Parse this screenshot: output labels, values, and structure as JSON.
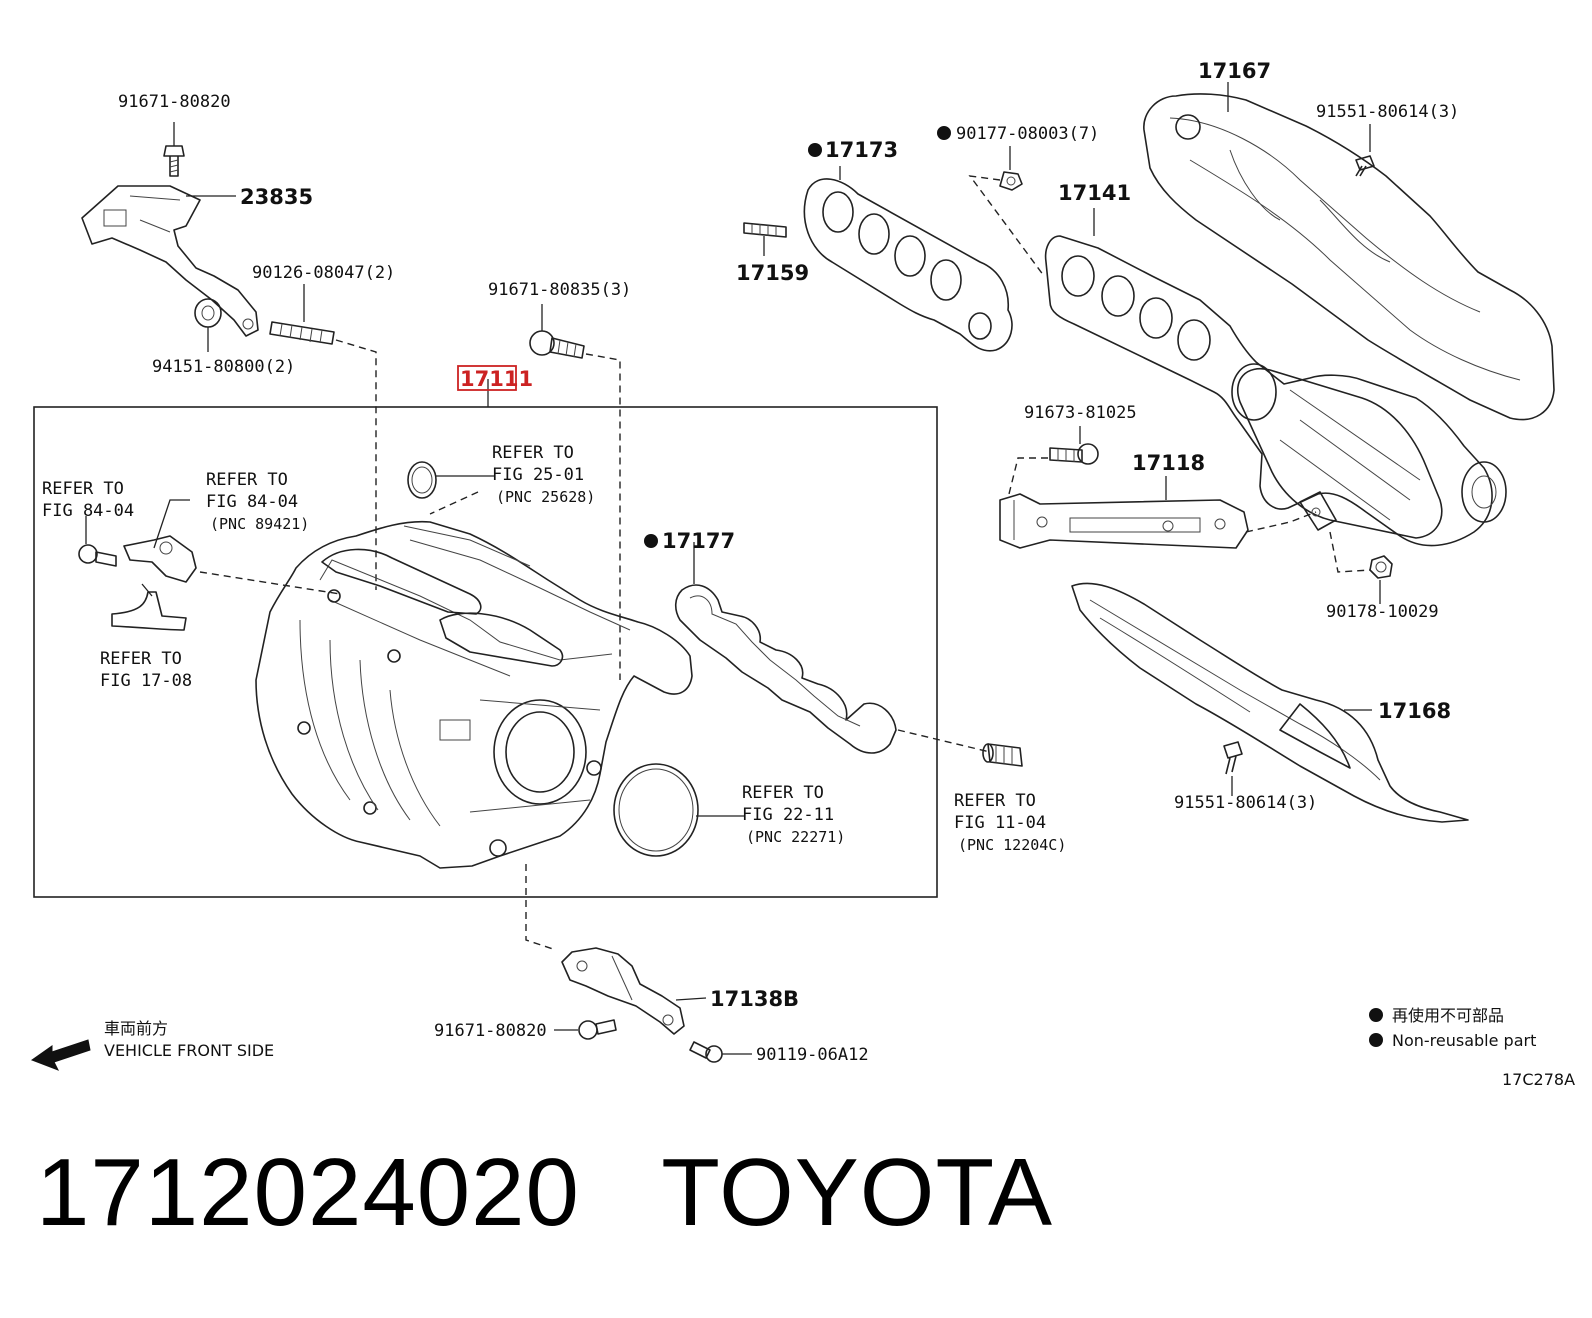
{
  "callouts": {
    "c91671_80820_top": "91671-80820",
    "c23835": "23835",
    "c90126": "90126-08047(2)",
    "c94151": "94151-80800(2)",
    "c91671_80835": "91671-80835(3)",
    "c17111": "17111",
    "c17173": "17173",
    "c17159": "17159",
    "c90177": "90177-08003(7)",
    "c17141": "17141",
    "c17167": "17167",
    "c91551_top": "91551-80614(3)",
    "c91673": "91673-81025",
    "c17118": "17118",
    "c90178": "90178-10029",
    "c17168": "17168",
    "c91551_bottom": "91551-80614(3)",
    "c17177": "17177",
    "c17138b": "17138B",
    "c91671_80820_bottom": "91671-80820",
    "c90119": "90119-06A12"
  },
  "refs": {
    "fig2501": [
      "REFER TO",
      "FIG 25-01",
      "(PNC 25628)"
    ],
    "fig8404a": [
      "REFER TO",
      "FIG 84-04"
    ],
    "fig8404b": [
      "REFER TO",
      "FIG 84-04",
      "(PNC 89421)"
    ],
    "fig1708": [
      "REFER TO",
      "FIG 17-08"
    ],
    "fig2211": [
      "REFER TO",
      "FIG 22-11",
      "(PNC 22271)"
    ],
    "fig1104": [
      "REFER TO",
      "FIG 11-04",
      "(PNC 12204C)"
    ]
  },
  "front": {
    "jp": "車両前方",
    "en": "VEHICLE FRONT SIDE"
  },
  "legend": {
    "jp": "再使用不可部品",
    "en": "Non-reusable part"
  },
  "drawing_code": "17C278A",
  "part_number": "1712024020",
  "brand": "TOYOTA",
  "highlight_color": "#cc2222"
}
